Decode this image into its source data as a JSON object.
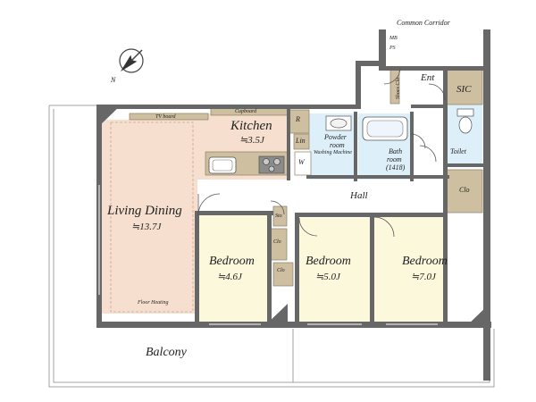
{
  "colors": {
    "wall": "#676767",
    "living": "#f6dfcf",
    "bedroom": "#fbf8dc",
    "kitchen": "#efe9d2",
    "wet": "#ddeff9",
    "storage": "#c8b99c",
    "balcony_line": "#9a9a9a"
  },
  "icons": {
    "compass": "compass-icon",
    "kitchen_range": "stove-icon",
    "sink": "sink-icon",
    "bathtub": "bathtub-icon",
    "toilet": "toilet-icon",
    "washbasin": "washbasin-icon"
  },
  "plan": {
    "north_label": "N",
    "common_corridor": "Common Corridor",
    "mb_ps": [
      "MB",
      "PS"
    ],
    "shoe_closet": "Shoes Clo",
    "entrance": "Ent",
    "sic": "SIC",
    "toilet": "Toilet",
    "hall": "Hall",
    "hall_closet": "Clo",
    "tv_board": "TV board",
    "cupboard": "Cupboard",
    "kitchen": {
      "name": "Kitchen",
      "size": "≒3.5J"
    },
    "refrigerator": "R",
    "linen": "Lin",
    "washer": "W",
    "washbasin_note": "Washing Machine",
    "powder_room": [
      "Powder",
      "room"
    ],
    "bath_room": [
      "Bath",
      "room",
      "(1418)"
    ],
    "living_dining": {
      "name": "Living Dining",
      "size": "≒13.7J"
    },
    "floor_heating": "Floor Heating",
    "storage": "Sto",
    "bedroom1": {
      "name": "Bedroom",
      "size": "≒4.6J",
      "closet": "Clo"
    },
    "bedroom2": {
      "name": "Bedroom",
      "size": "≒5.0J",
      "closet": "Clo"
    },
    "bedroom3": {
      "name": "Bedroom",
      "size": "≒7.0J"
    },
    "balcony": "Balcony"
  }
}
